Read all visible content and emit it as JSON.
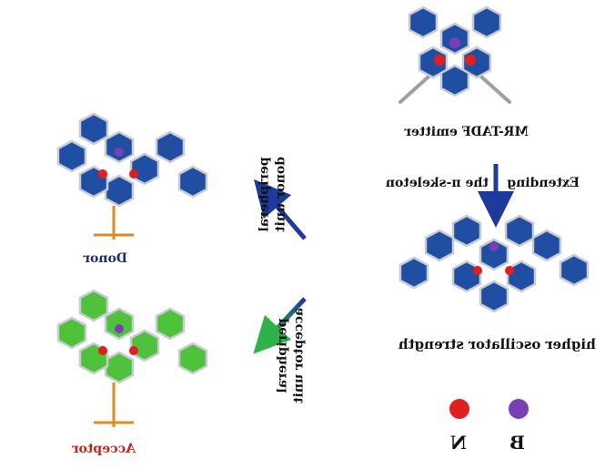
{
  "labels": {
    "emitter": "MR-TADF emitter",
    "extend_left": "Extending",
    "extend_right": "the π-skeleton",
    "higher": "higher oscillator strength",
    "donor_unit": [
      "peripheral",
      "donor unit"
    ],
    "acceptor_unit": [
      "peripheral",
      "acceptor unit"
    ],
    "donor": "Donor",
    "acceptor": "Acceptor",
    "legend_n": "N",
    "legend_b": "B"
  },
  "colors": {
    "blue_ring": "#1f4ea3",
    "green_ring": "#4fc23c",
    "nitrogen": "#e0201e",
    "boron": "#7a3eb5",
    "arrow_blue": "#1e3a9a",
    "arrow_green": "#2fb24a",
    "substituent": "#e08a1e",
    "donor_text": "#1a2f7c",
    "acceptor_text": "#c0261e"
  }
}
